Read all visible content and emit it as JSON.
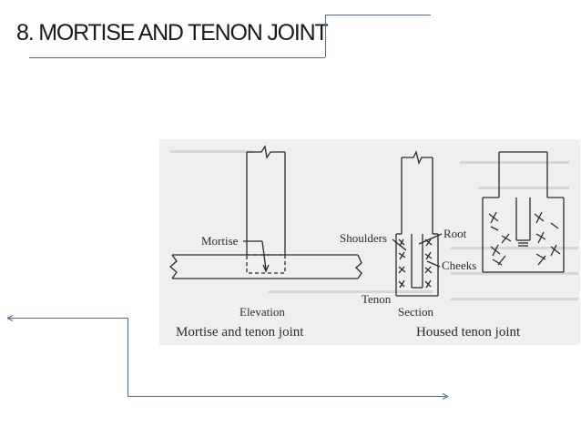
{
  "slide": {
    "title": "8. MORTISE AND TENON JOINT"
  },
  "figure": {
    "left_caption": "Mortise and tenon joint",
    "right_caption": "Housed tenon joint",
    "labels": {
      "mortise": "Mortise",
      "shoulders": "Shoulders",
      "root": "Root",
      "cheeks": "Cheeks",
      "tenon": "Tenon",
      "elevation": "Elevation",
      "section": "Section"
    },
    "colors": {
      "line": "#2a2a2a",
      "paper": "#eef0ee",
      "decor_line": "#4a6a9a"
    }
  }
}
